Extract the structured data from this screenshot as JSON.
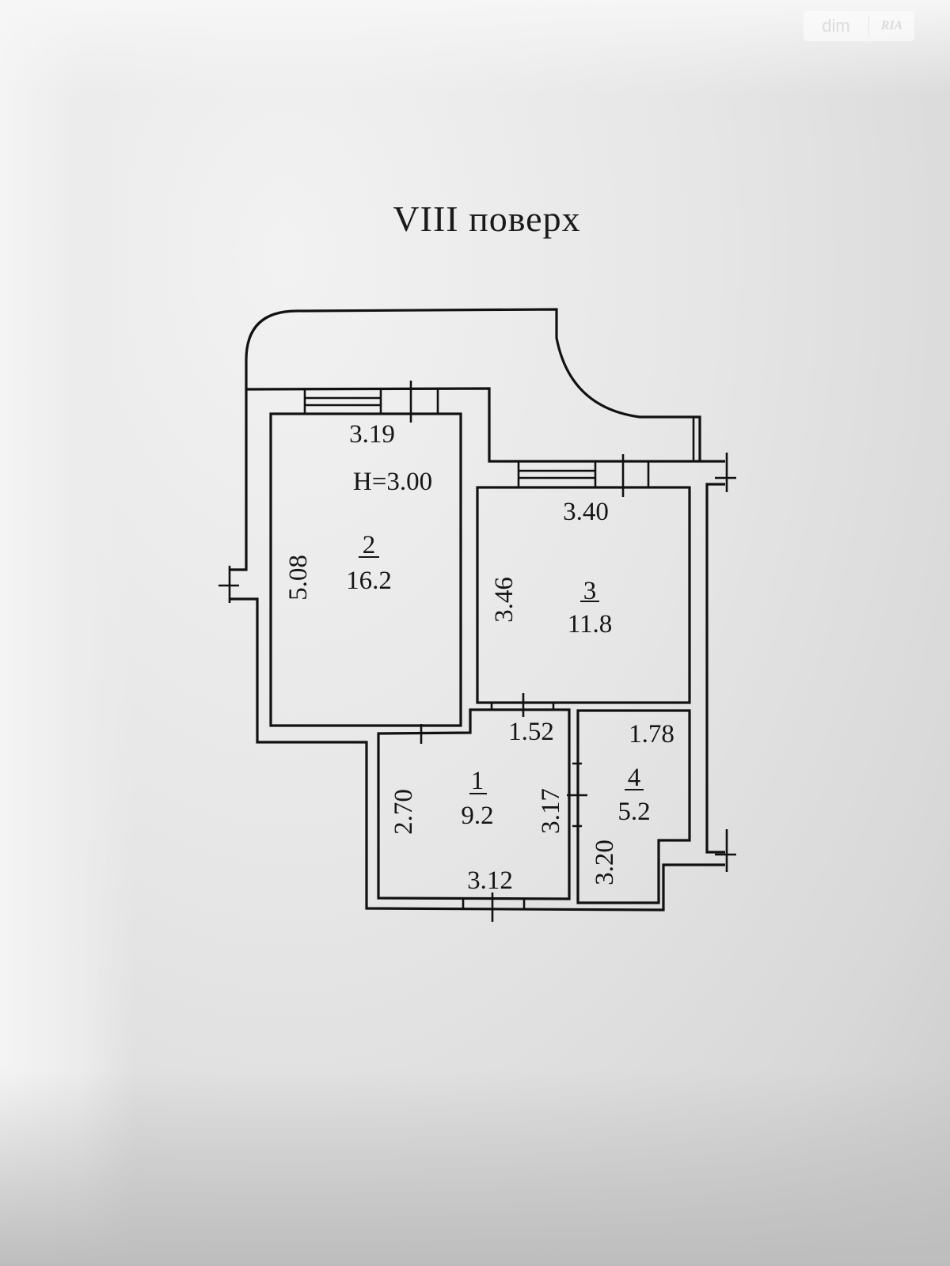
{
  "document": {
    "title": "VIII поверх",
    "ceiling_height": "H=3.00"
  },
  "watermark": {
    "brand": "dim",
    "partner": "RIA"
  },
  "rooms": [
    {
      "number": "1",
      "area": "9.2",
      "dims": [
        "1.52",
        "2.70",
        "3.17",
        "3.12"
      ]
    },
    {
      "number": "2",
      "area": "16.2",
      "dims": [
        "3.19",
        "5.08"
      ]
    },
    {
      "number": "3",
      "area": "11.8",
      "dims": [
        "3.40",
        "3.46"
      ]
    },
    {
      "number": "4",
      "area": "5.2",
      "dims": [
        "1.78",
        "3.20"
      ]
    }
  ],
  "colors": {
    "ink": "#111111",
    "paper": "#e6e6e6"
  }
}
